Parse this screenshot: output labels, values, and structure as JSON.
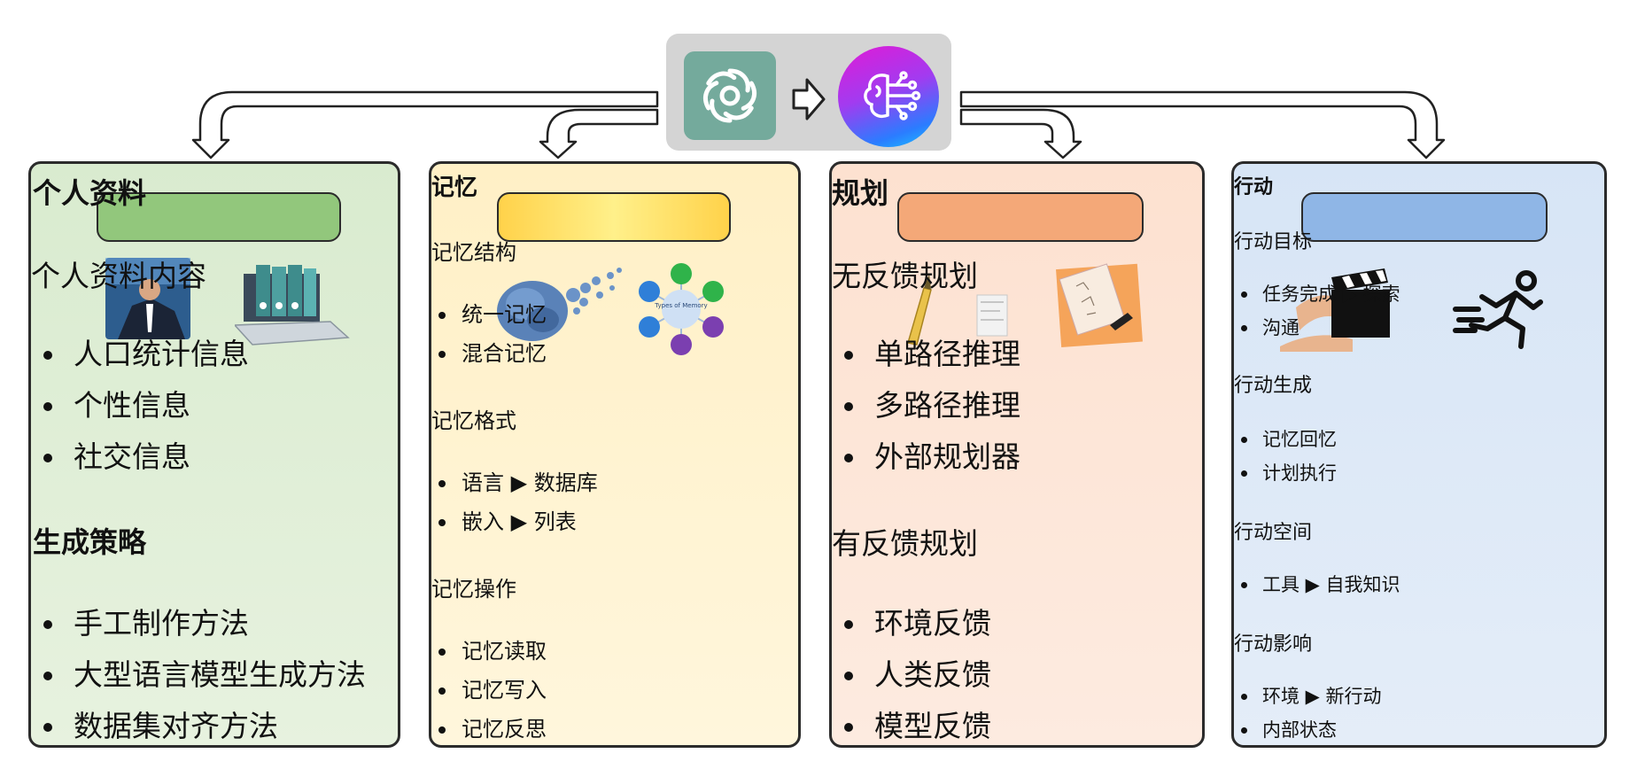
{
  "panels": {
    "profile": {
      "title": "个人资料",
      "section1": "个人资料内容",
      "items1": [
        "人口统计信息",
        "个性信息",
        "社交信息"
      ],
      "section2": "生成策略",
      "items2": [
        "手工制作方法",
        "大型语言模型生成方法",
        "数据集对齐方法"
      ]
    },
    "memory": {
      "title": "记忆",
      "section1": "记忆结构",
      "items1": [
        "统一记忆",
        "混合记忆"
      ],
      "section2": "记忆格式",
      "items2": [
        "语言 ▶ 数据库",
        "嵌入 ▶ 列表"
      ],
      "section3": "记忆操作",
      "items3": [
        "记忆读取",
        "记忆写入",
        "记忆反思"
      ],
      "memory_diagram_label": "Types of Memory"
    },
    "planning": {
      "title": "规划",
      "section1": "无反馈规划",
      "items1": [
        "单路径推理",
        "多路径推理",
        "外部规划器"
      ],
      "section2": "有反馈规划",
      "items2": [
        "环境反馈",
        "人类反馈",
        "模型反馈"
      ]
    },
    "action": {
      "title": "行动",
      "section1": "行动目标",
      "items1": [
        "任务完成 ▶ 探索",
        "沟通"
      ],
      "section2": "行动生成",
      "items2": [
        "记忆回忆",
        "计划执行"
      ],
      "section3": "行动空间",
      "items3": [
        "工具 ▶ 自我知识"
      ],
      "section4": "行动影响",
      "items4": [
        "环境 ▶ 新行动",
        "内部状态"
      ]
    }
  },
  "colors": {
    "profile_accent": "#92c77c",
    "memory_accent": "#ffd24a",
    "planning_accent": "#f4a878",
    "action_accent": "#8fb6e6",
    "gpt_logo": "#74aa9c"
  },
  "icons": [
    "openai-logo-icon",
    "ai-brain-icon",
    "right-arrow-icon"
  ]
}
